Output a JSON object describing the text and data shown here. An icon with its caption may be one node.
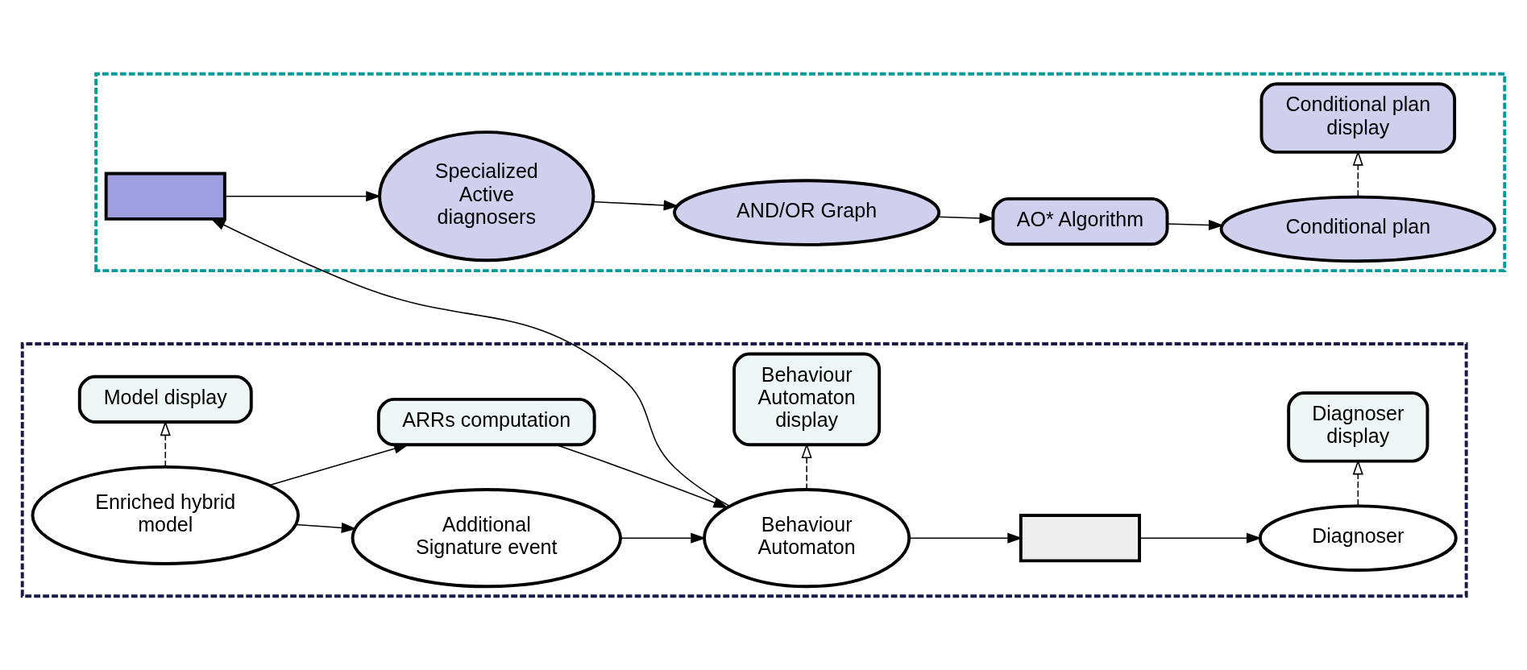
{
  "diagram": {
    "nodes": [
      {
        "text": [],
        "shape": "box"
      },
      {
        "text": [],
        "shape": "box",
        "in": 0
      },
      {
        "text": [
          "Specialized Active diagnosers"
        ],
        "in": 0
      },
      {
        "text": [
          "AND/OR Graph"
        ],
        "in": 0
      },
      {
        "text": [
          "AO* Algorithm"
        ],
        "in": 0
      },
      {
        "text": [
          "Conditional plan"
        ],
        "in": 0
      },
      {
        "text": [
          "Conditional plan display"
        ],
        "in": 0
      },
      {
        "text": [],
        "shape": "box"
      },
      {
        "text": [
          "Model display"
        ],
        "in": 7
      },
      {
        "text": [
          "Additional Signature event"
        ],
        "in": 7
      },
      {
        "text": [
          "Behaviour Automaton display"
        ],
        "in": 7
      },
      {
        "text": [
          "Diagnoser display"
        ],
        "in": 7
      },
      {
        "text": [
          "Enriched hybrid model"
        ],
        "in": 7
      },
      {
        "text": [
          "ARRs computation"
        ],
        "in": 7
      },
      {
        "text": [
          "Behaviour Automaton"
        ],
        "in": 7
      },
      {
        "text": [],
        "shape": "box",
        "in": 7
      },
      {
        "text": [
          "Diagnoser"
        ],
        "in": 7
      }
    ],
    "edges": [
      {
        "from": 1,
        "to": 2,
        "arrow": "to"
      },
      {
        "from": 2,
        "to": 3,
        "arrow": "to"
      },
      {
        "from": 3,
        "to": 4,
        "arrow": "to"
      },
      {
        "from": 4,
        "to": 5,
        "arrow": "to"
      },
      {
        "from": 5,
        "to": 6,
        "arrow": "to",
        "style": "dashed"
      },
      {
        "from": 12,
        "to": 8,
        "arrow": "to",
        "style": "dashed"
      },
      {
        "from": 12,
        "to": 9,
        "arrow": "to"
      },
      {
        "from": 12,
        "to": 13,
        "arrow": "to"
      },
      {
        "from": 9,
        "to": 14,
        "arrow": "to"
      },
      {
        "from": 13,
        "to": 14,
        "arrow": "to"
      },
      {
        "from": 14,
        "to": 10,
        "arrow": "to",
        "style": "dashed"
      },
      {
        "from": 14,
        "to": 15,
        "arrow": "to"
      },
      {
        "from": 15,
        "to": 16,
        "arrow": "to"
      },
      {
        "from": 16,
        "to": 11,
        "arrow": "to",
        "style": "dashed"
      },
      {
        "from": 14,
        "to": 1,
        "arrow": "to"
      }
    ]
  }
}
